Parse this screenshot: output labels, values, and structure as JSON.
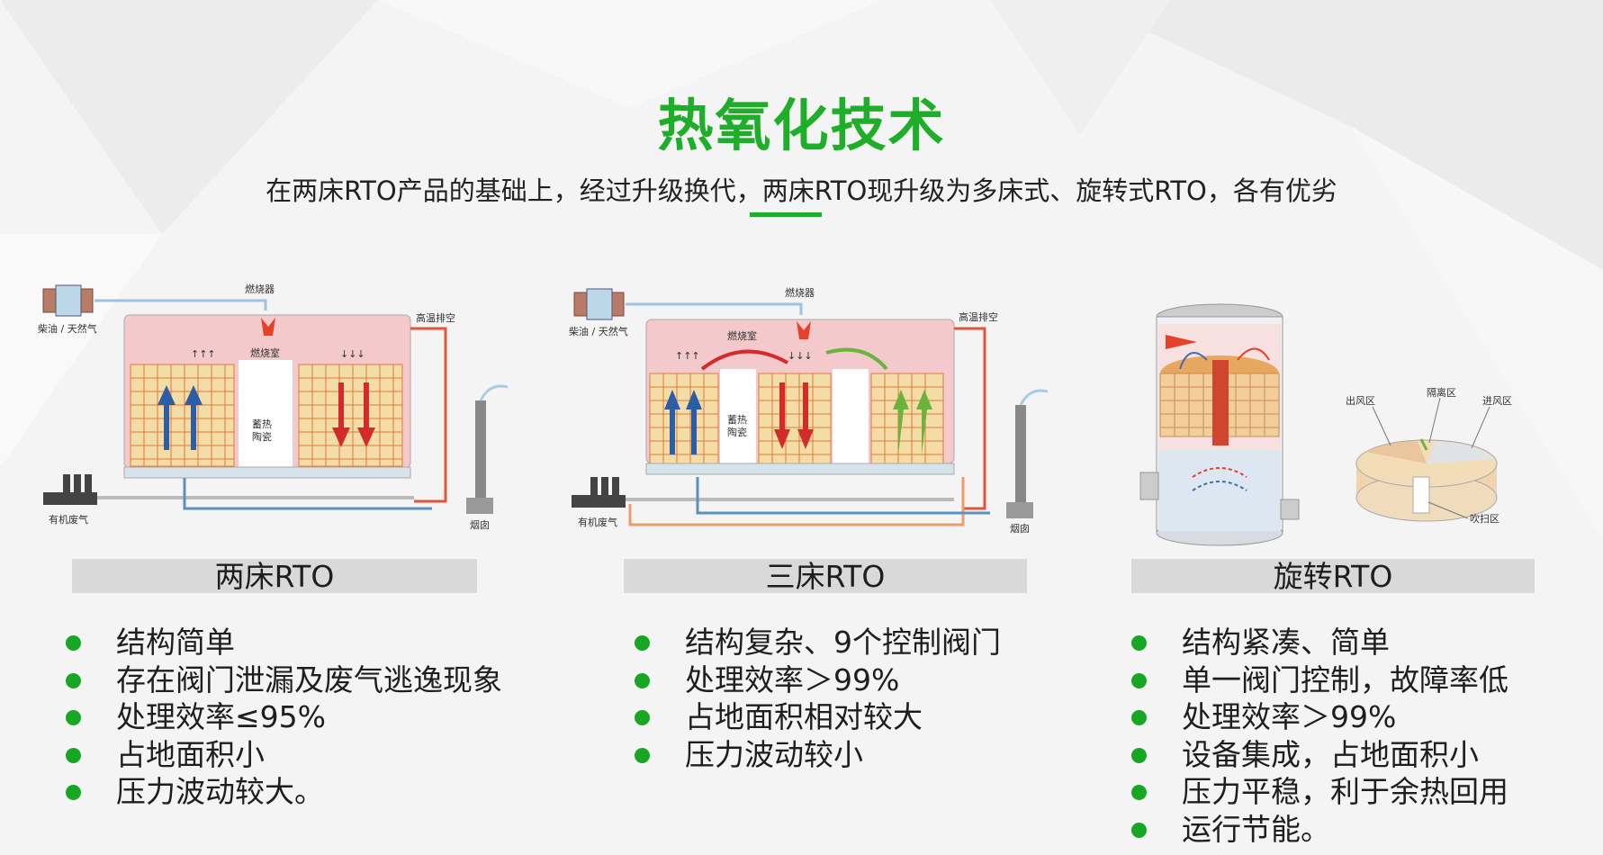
{
  "title": "热氧化技术",
  "subtitle": "在两床RTO产品的基础上，经过升级换代，两床RTO现升级为多床式、旋转式RTO，各有优劣",
  "colors": {
    "accent": "#1fae2a",
    "bullet": "#18a723"
  },
  "diagrams": {
    "two_bed": {
      "fuel": "柴油 / 天然气",
      "burner": "燃烧器",
      "exhaust": "高温排空",
      "chamber": "燃烧室",
      "media": "蓄热\n陶瓷",
      "waste_gas": "有机废气",
      "chimney": "烟囱"
    },
    "three_bed": {
      "fuel": "柴油 / 天然气",
      "burner": "燃烧器",
      "exhaust": "高温排空",
      "chamber": "燃烧室",
      "media": "蓄热\n陶瓷",
      "waste_gas": "有机废气",
      "chimney": "烟囱"
    },
    "rotary": {
      "outlet_zone": "出风区",
      "isolation_zone": "隔离区",
      "inlet_zone": "进风区",
      "purge_zone": "吹扫区"
    }
  },
  "columns": [
    {
      "label": "两床RTO",
      "items": [
        "结构简单",
        "存在阀门泄漏及废气逃逸现象",
        "处理效率≤95%",
        "占地面积小",
        "压力波动较大。"
      ]
    },
    {
      "label": "三床RTO",
      "items": [
        "结构复杂、9个控制阀门",
        "处理效率＞99%",
        "占地面积相对较大",
        "压力波动较小"
      ]
    },
    {
      "label": "旋转RTO",
      "items": [
        "结构紧凑、简单",
        "单一阀门控制，故障率低",
        "处理效率＞99%",
        "设备集成，占地面积小",
        "压力平稳，利于余热回用",
        "运行节能。"
      ]
    }
  ]
}
